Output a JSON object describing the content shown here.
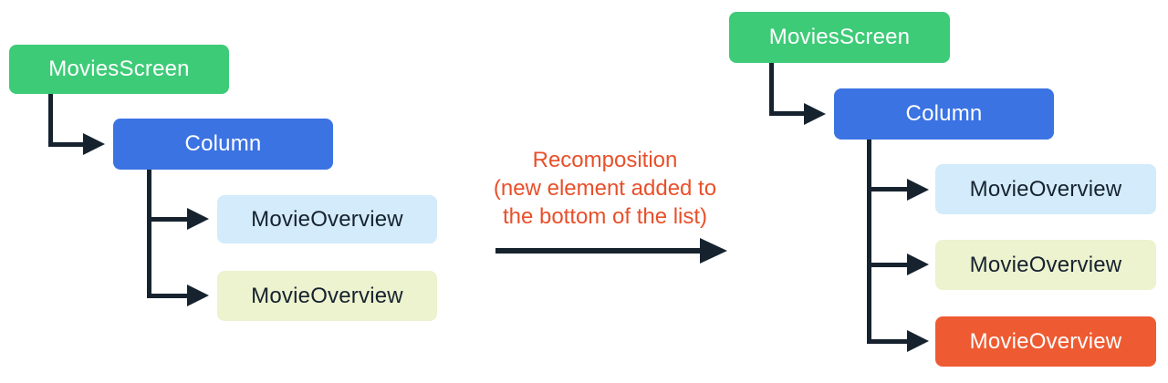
{
  "colors": {
    "node_green": "#3ecb78",
    "node_blue": "#3b73e3",
    "node_light_blue": "#d3ebfa",
    "node_light_yellow": "#edf2cf",
    "node_orange": "#ee5b32",
    "connector_dark": "#16232f",
    "label_orange": "#e8502a",
    "text_dark": "#16232f",
    "text_light": "#ffffff"
  },
  "left_tree": {
    "nodes": [
      {
        "label": "MoviesScreen"
      },
      {
        "label": "Column"
      },
      {
        "label": "MovieOverview"
      },
      {
        "label": "MovieOverview"
      }
    ]
  },
  "right_tree": {
    "nodes": [
      {
        "label": "MoviesScreen"
      },
      {
        "label": "Column"
      },
      {
        "label": "MovieOverview"
      },
      {
        "label": "MovieOverview"
      },
      {
        "label": "MovieOverview"
      }
    ]
  },
  "transition_label": {
    "line1": "Recomposition",
    "line2": "(new element added to",
    "line3": "the bottom of the list)"
  }
}
